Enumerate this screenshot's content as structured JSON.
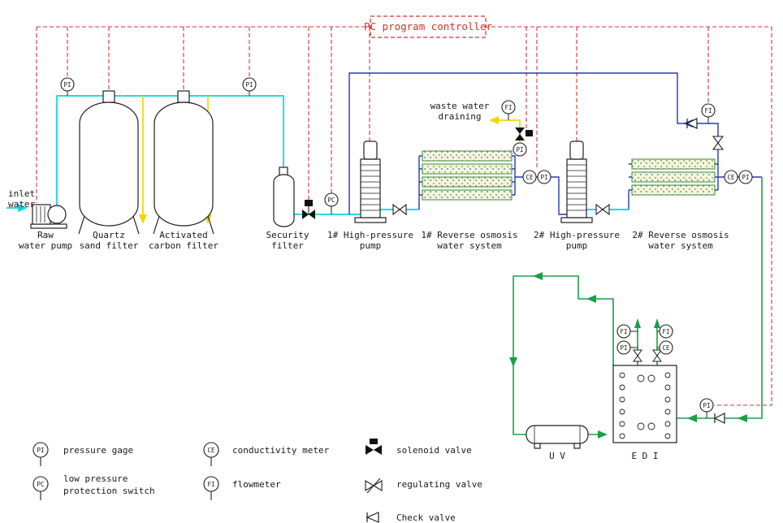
{
  "controller": {
    "label": "PC program controller"
  },
  "inlet": {
    "line1": "inlet",
    "line2": "water"
  },
  "waste": {
    "line1": "waste water",
    "line2": "draining"
  },
  "components": {
    "raw_pump": {
      "line1": "Raw",
      "line2": "water pump"
    },
    "quartz_filter": {
      "line1": "Quartz",
      "line2": "sand filter"
    },
    "carbon_filter": {
      "line1": "Activated",
      "line2": "carbon filter"
    },
    "security_filter": {
      "line1": "Security",
      "line2": "filter"
    },
    "hp_pump1": {
      "line1": "1# High-pressure",
      "line2": "pump"
    },
    "ro1": {
      "line1": "1# Reverse osmosis",
      "line2": "water system"
    },
    "hp_pump2": {
      "line1": "2# High-pressure",
      "line2": "pump"
    },
    "ro2": {
      "line1": "2# Reverse osmosis",
      "line2": "water system"
    },
    "uv": {
      "label": "U V"
    },
    "edi": {
      "label": "E D I"
    }
  },
  "instruments": {
    "pi_raw": "PI",
    "pi_prefilter": "PI",
    "pc_pump1": "PC",
    "fi_waste": "FI",
    "pi_waste": "PI",
    "ce_ro1": "CE",
    "pi_ro1": "PI",
    "fi_recycle": "FI",
    "ce_ro2": "CE",
    "pi_ro2": "PI",
    "fi_edi_left": "FI",
    "pi_edi_left": "PI",
    "fi_edi_right": "FI",
    "ce_edi_right": "CE",
    "pi_edi_feed": "PI"
  },
  "legend": {
    "pressure_gage": {
      "tag": "PI",
      "label": "pressure gage"
    },
    "low_pressure_switch": {
      "tag": "PC",
      "line1": "low pressure",
      "line2": "protection switch"
    },
    "conductivity_meter": {
      "tag": "CE",
      "label": "conductivity meter"
    },
    "flowmeter": {
      "tag": "FI",
      "label": "flowmeter"
    },
    "solenoid_valve": {
      "label": "solenoid valve"
    },
    "regulating_valve": {
      "label": "regulating valve"
    },
    "check_valve": {
      "label": "Check valve"
    }
  },
  "colors": {
    "control": "#d83030",
    "water": "#00d8e0",
    "ro_pipe": "#2838b8",
    "drain": "#f0d800",
    "product": "#18a048",
    "outline": "#202020",
    "membrane_fill": "#f7f4d8"
  }
}
